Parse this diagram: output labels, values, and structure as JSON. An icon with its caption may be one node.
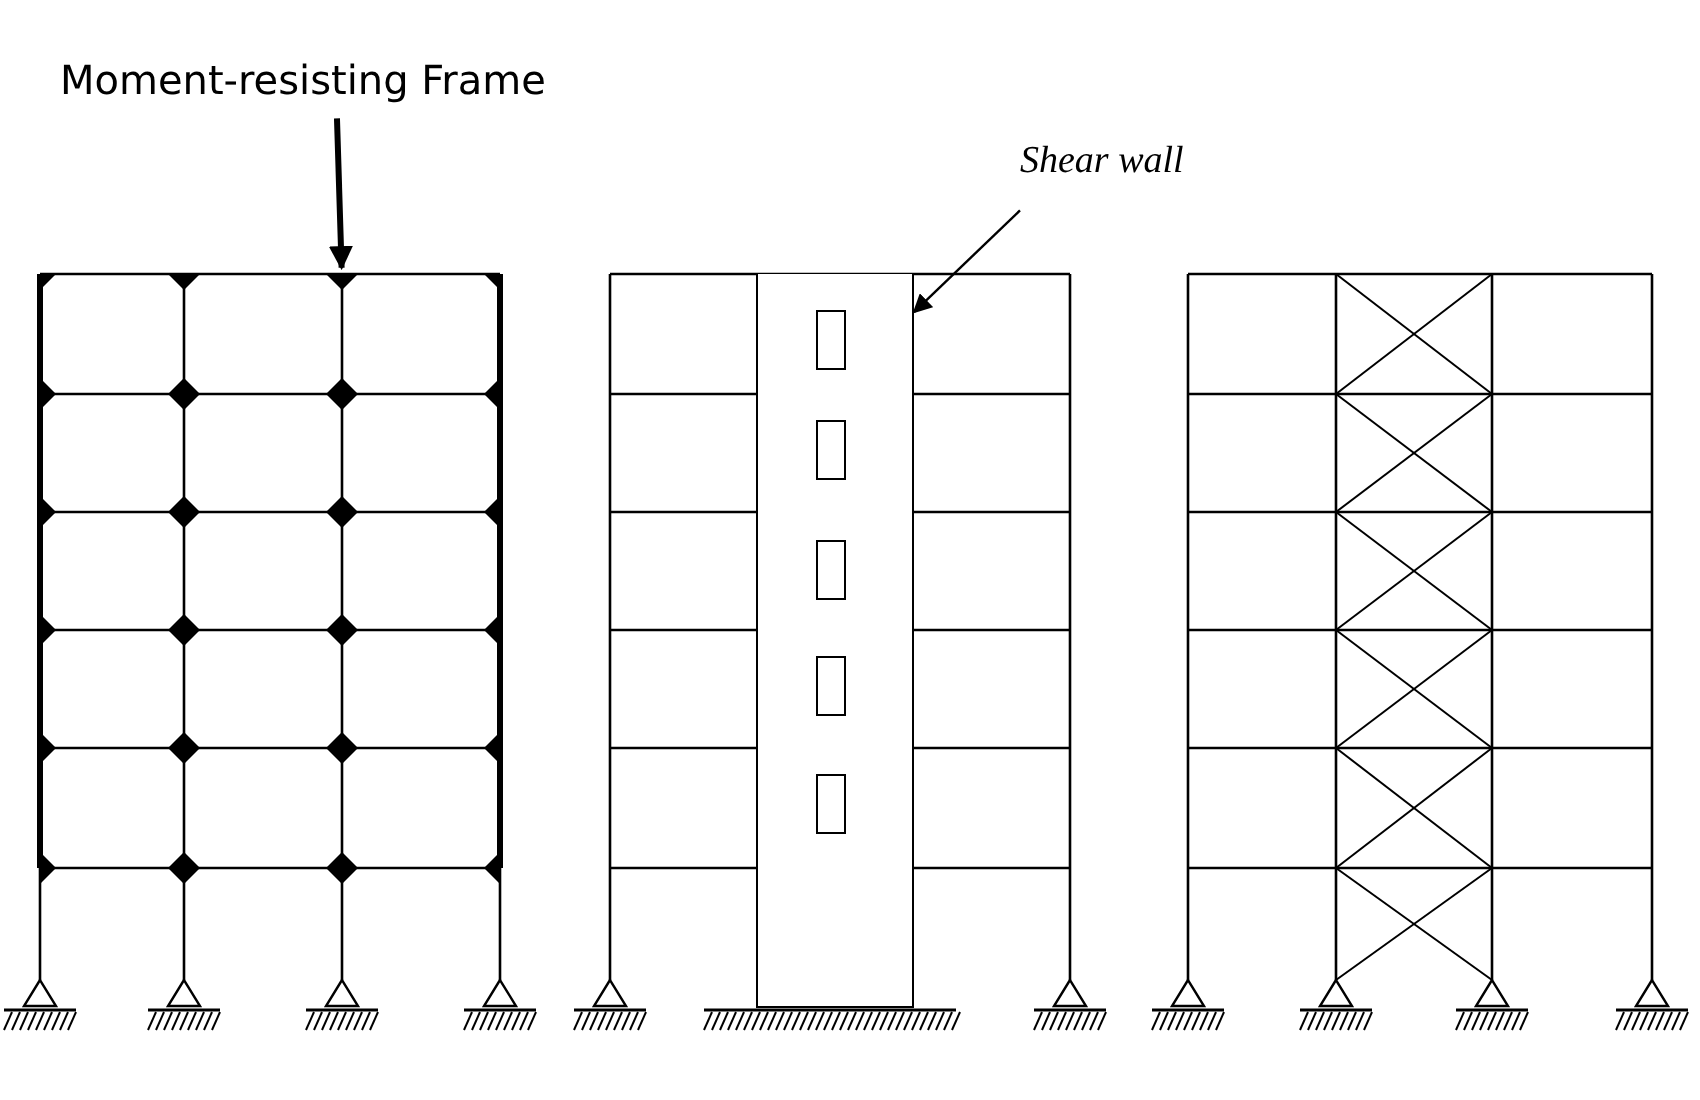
{
  "diagram": {
    "nodes": [
      {
        "text": [
          "Moment-resisting Frame"
        ]
      },
      {
        "text": [],
        "shape": "picture"
      },
      {
        "text": [
          "Shear wall"
        ]
      },
      {
        "text": [],
        "shape": "box"
      }
    ],
    "edges": [
      {
        "from": 0,
        "to": 1,
        "arrow": "to",
        "style": "thick"
      },
      {
        "from": 2,
        "to": 3,
        "arrow": "to"
      }
    ]
  }
}
